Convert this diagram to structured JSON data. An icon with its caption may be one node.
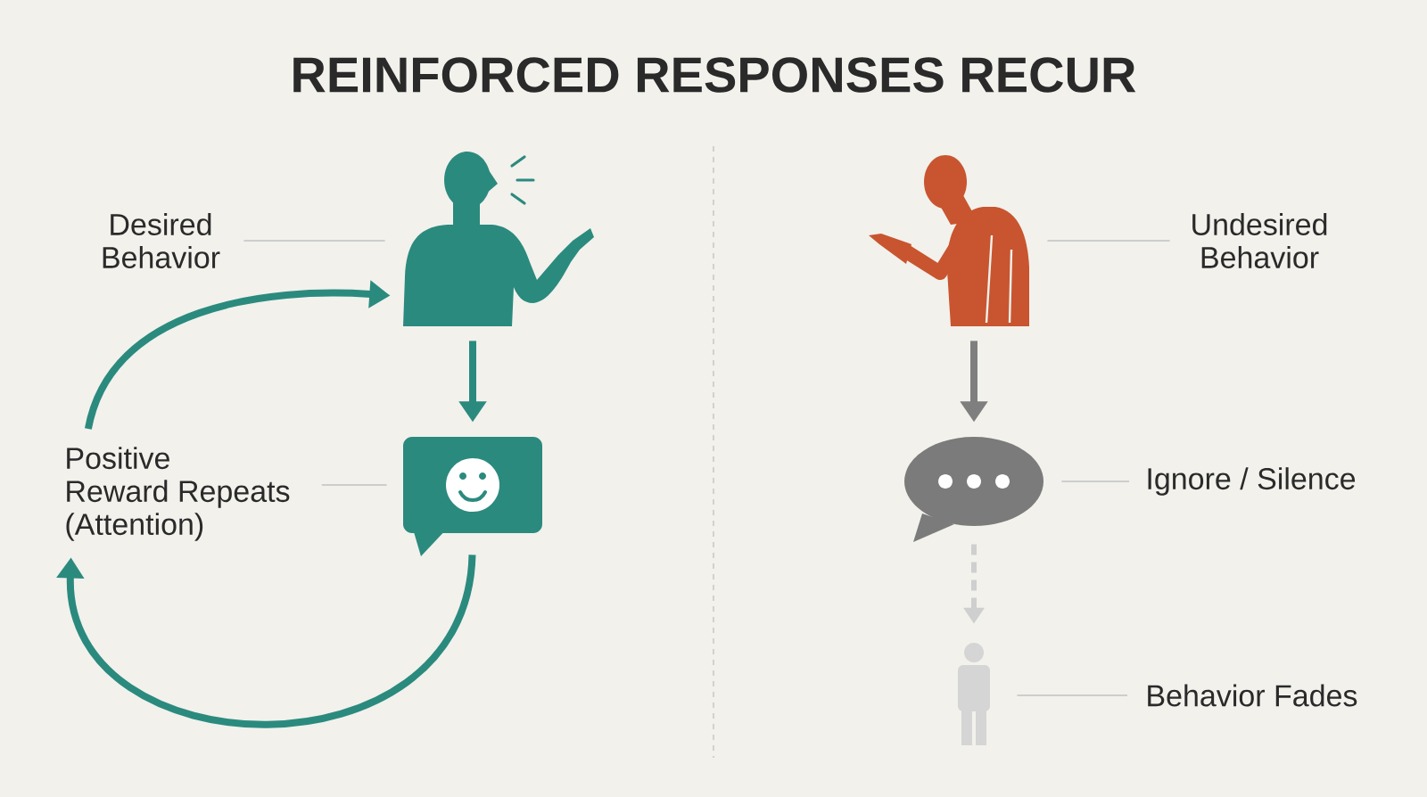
{
  "diagram": {
    "title": "REINFORCED RESPONSES RECUR",
    "nodes": [
      {
        "text": [
          "Desired Behavior"
        ]
      },
      {
        "text": [],
        "shape": "person"
      },
      {
        "text": [],
        "shape": "bubble"
      },
      {
        "text": [
          "Positive Reward Repeats (Attention)"
        ]
      },
      {
        "text": [
          "Undesired Behavior"
        ]
      },
      {
        "text": [],
        "shape": "person"
      },
      {
        "text": [],
        "shape": "bubble"
      },
      {
        "text": [
          "Ignore / Silence"
        ]
      },
      {
        "text": [],
        "shape": "person"
      },
      {
        "text": [
          "Behavior Fades"
        ]
      }
    ],
    "edges": [
      {
        "from": 0,
        "to": 1,
        "arrow": "none"
      },
      {
        "from": 1,
        "to": 2,
        "arrow": "to",
        "style": "thick",
        "color": "#2b8a7e"
      },
      {
        "from": 3,
        "to": 2,
        "arrow": "none"
      },
      {
        "from": 2,
        "to": 3,
        "arrow": "to",
        "style": "thick",
        "color": "#2b8a7e"
      },
      {
        "from": 3,
        "to": 1,
        "arrow": "to",
        "style": "thick",
        "color": "#2b8a7e"
      },
      {
        "from": 4,
        "to": 5,
        "arrow": "none"
      },
      {
        "from": 5,
        "to": 6,
        "arrow": "to",
        "style": "thick",
        "color": "#7f7f7f"
      },
      {
        "from": 7,
        "to": 6,
        "arrow": "none"
      },
      {
        "from": 6,
        "to": 8,
        "arrow": "to",
        "style": "dashed",
        "color": "#cfcfcf"
      },
      {
        "from": 9,
        "to": 8,
        "arrow": "none"
      }
    ]
  }
}
